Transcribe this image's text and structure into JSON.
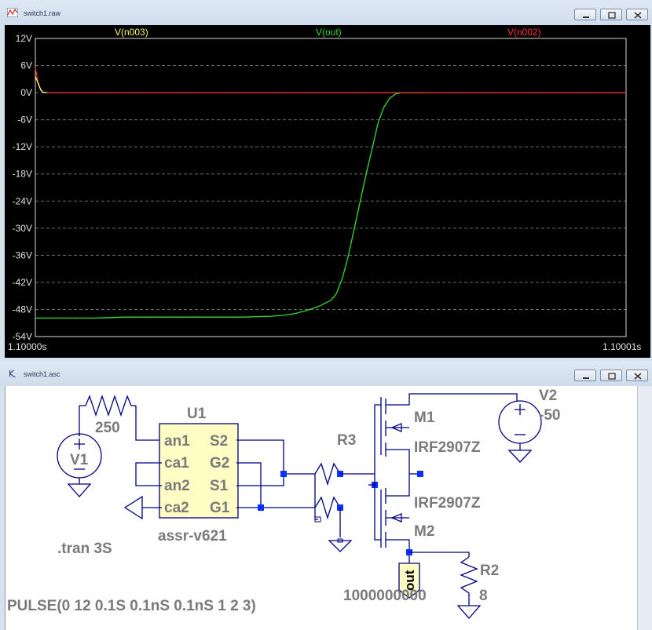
{
  "waveform_window": {
    "title": "switch1.raw",
    "traces": [
      {
        "label": "V(n003)",
        "color": "#ffff66"
      },
      {
        "label": "V(out)",
        "color": "#33dd33"
      },
      {
        "label": "V(n002)",
        "color": "#ff3333"
      }
    ],
    "y_ticks": [
      "12V",
      "6V",
      "0V",
      "-6V",
      "-12V",
      "-18V",
      "-24V",
      "-30V",
      "-36V",
      "-42V",
      "-48V",
      "-54V"
    ],
    "x_start": "1.10000s",
    "x_end": "1.10001s"
  },
  "chart_data": {
    "type": "line",
    "title": "",
    "xlabel": "",
    "ylabel": "",
    "x_range_label": [
      "1.10000s",
      "1.10001s"
    ],
    "ylim": [
      -54,
      12
    ],
    "grid": true,
    "series": [
      {
        "name": "V(out)",
        "color": "#33dd33",
        "x": [
          0,
          0.05,
          0.1,
          0.15,
          0.2,
          0.25,
          0.3,
          0.35,
          0.4,
          0.42,
          0.44,
          0.46,
          0.48,
          0.5,
          0.505,
          0.51,
          0.52,
          0.53,
          0.54,
          0.55,
          0.56,
          0.57,
          0.58,
          0.59,
          0.6,
          0.61,
          0.62,
          0.64,
          0.66
        ],
        "y": [
          -49.9,
          -49.9,
          -49.9,
          -49.7,
          -49.7,
          -49.7,
          -49.7,
          -49.7,
          -49.5,
          -49.3,
          -48.9,
          -48.2,
          -47.3,
          -46.0,
          -45.3,
          -44.4,
          -41.0,
          -36.0,
          -30.0,
          -24.0,
          -18.0,
          -12.5,
          -6.8,
          -3.2,
          -1.2,
          -0.3,
          0.0,
          0.0,
          0.0
        ]
      },
      {
        "name": "V(n002)",
        "color": "#ff3333",
        "x": [
          0,
          0.004,
          0.008,
          0.012,
          0.02,
          0.05,
          1.0
        ],
        "y": [
          5.5,
          2.5,
          1.0,
          0.1,
          0,
          0,
          0
        ]
      },
      {
        "name": "V(n003)",
        "color": "#ffff66",
        "x": [
          0,
          0.005,
          0.009,
          0.013,
          0.02
        ],
        "y": [
          3.5,
          2.0,
          0.6,
          0.1,
          0
        ]
      }
    ]
  },
  "schematic_window": {
    "title": "switch1.asc",
    "component_labels": {
      "u1_name": "U1",
      "u1_model": "assr-v621",
      "u1_pins_left": [
        "an1",
        "ca1",
        "an2",
        "ca2"
      ],
      "u1_pins_right": [
        "S2",
        "G2",
        "S1",
        "G1"
      ],
      "v1_name": "V1",
      "r_top_value": "250",
      "r3_name": "R3",
      "m1_name": "M1",
      "m1_model": "IRF2907Z",
      "m2_name": "M2",
      "m2_model": "IRF2907Z",
      "v2_name": "V2",
      "v2_value": "-50",
      "r2_name": "R2",
      "r2_value": "8",
      "out_label": "out",
      "cap_value": "1000000000",
      "tran_directive": ".tran 3S",
      "pulse_directive": "PULSE(0 12 0.1S 0.1nS 0.1nS 1 2 3)"
    }
  }
}
